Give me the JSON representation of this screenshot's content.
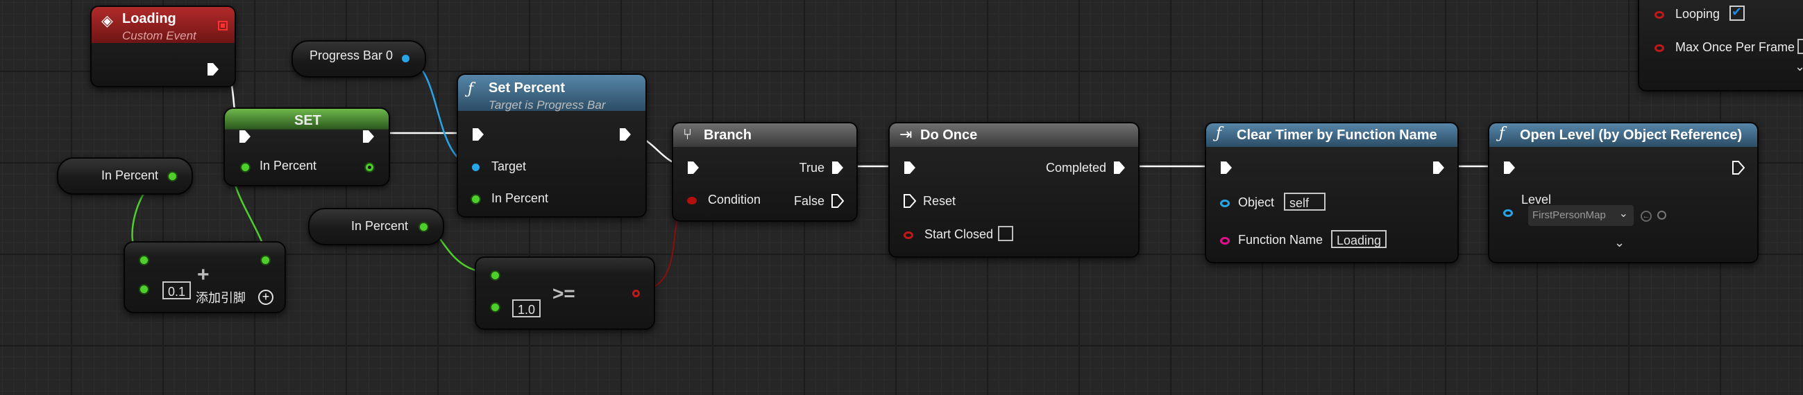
{
  "colors": {
    "event_header": "#8a1f1f",
    "function_header": "#3a6a8c",
    "flow_header": "#5a5a5a",
    "exec_wire": "#ffffff",
    "float_wire": "#4fcf2c",
    "object_wire": "#28a5e8",
    "bool_wire": "#8c0e0e"
  },
  "event_node": {
    "icon": "event-diamond-icon",
    "title": "Loading",
    "subtitle": "Custom Event"
  },
  "progress_bar_var": {
    "label": "Progress Bar 0"
  },
  "set_node": {
    "title": "SET",
    "pin_label": "In Percent"
  },
  "get_in_percent_1": {
    "label": "In Percent"
  },
  "get_in_percent_2": {
    "label": "In Percent"
  },
  "add_node": {
    "value": "0.1",
    "op": "+",
    "add_pin_label": "添加引脚"
  },
  "compare_node": {
    "value": "1.0",
    "op": ">="
  },
  "set_percent_node": {
    "icon": "function-icon",
    "title": "Set Percent",
    "subtitle": "Target is Progress Bar",
    "target_label": "Target",
    "in_percent_label": "In Percent"
  },
  "branch_node": {
    "icon": "branch-icon",
    "title": "Branch",
    "condition_label": "Condition",
    "true_label": "True",
    "false_label": "False"
  },
  "do_once_node": {
    "icon": "do-once-icon",
    "title": "Do Once",
    "completed_label": "Completed",
    "reset_label": "Reset",
    "start_closed_label": "Start Closed",
    "start_closed": false
  },
  "clear_timer_node": {
    "icon": "function-icon",
    "title": "Clear Timer by Function Name",
    "object_label": "Object",
    "object_value": "self",
    "function_name_label": "Function Name",
    "function_name_value": "Loading"
  },
  "open_level_node": {
    "icon": "function-icon",
    "title": "Open Level (by Object Reference)",
    "level_label": "Level",
    "level_value": "FirstPersonMap"
  },
  "timer_node": {
    "looping_label": "Looping",
    "looping": true,
    "max_once_label": "Max Once Per Frame",
    "max_once": false
  }
}
